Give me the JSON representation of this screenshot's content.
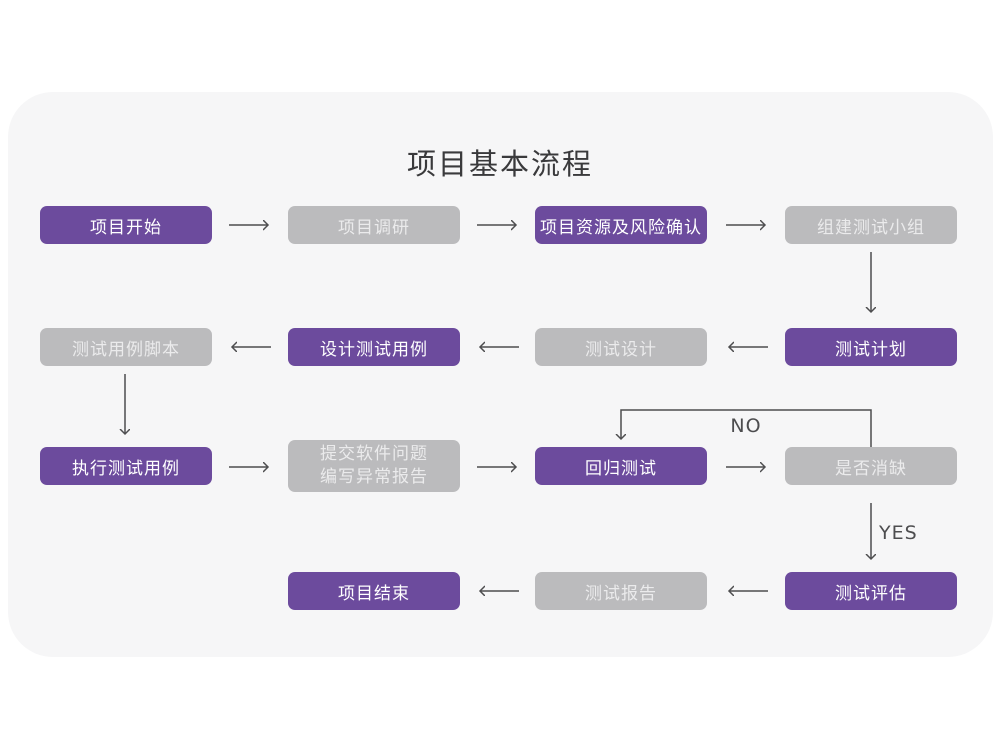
{
  "title": "项目基本流程",
  "connector_labels": {
    "no": "NO",
    "yes": "YES"
  },
  "colors": {
    "primary_box": "#6C4B9D",
    "secondary_box": "#BBBBBD",
    "panel_background": "#F6F6F7",
    "arrow": "#4D4D4F",
    "box_text": "#FFFFFF",
    "title_text": "#3A3A3C"
  },
  "nodes": [
    {
      "label": "项目开始",
      "type": "primary"
    },
    {
      "label": "项目调研",
      "type": "secondary"
    },
    {
      "label": "项目资源及风险确认",
      "type": "primary"
    },
    {
      "label": "组建测试小组",
      "type": "secondary"
    },
    {
      "label": "测试计划",
      "type": "primary"
    },
    {
      "label": "测试设计",
      "type": "secondary"
    },
    {
      "label": "设计测试用例",
      "type": "primary"
    },
    {
      "label": "测试用例脚本",
      "type": "secondary"
    },
    {
      "label": "执行测试用例",
      "type": "primary"
    },
    {
      "lines": [
        "提交软件问题",
        "编写异常报告"
      ],
      "type": "secondary"
    },
    {
      "label": "回归测试",
      "type": "primary"
    },
    {
      "label": "是否消缺",
      "type": "secondary"
    },
    {
      "label": "测试评估",
      "type": "primary"
    },
    {
      "label": "测试报告",
      "type": "secondary"
    },
    {
      "label": "项目结束",
      "type": "primary"
    }
  ]
}
